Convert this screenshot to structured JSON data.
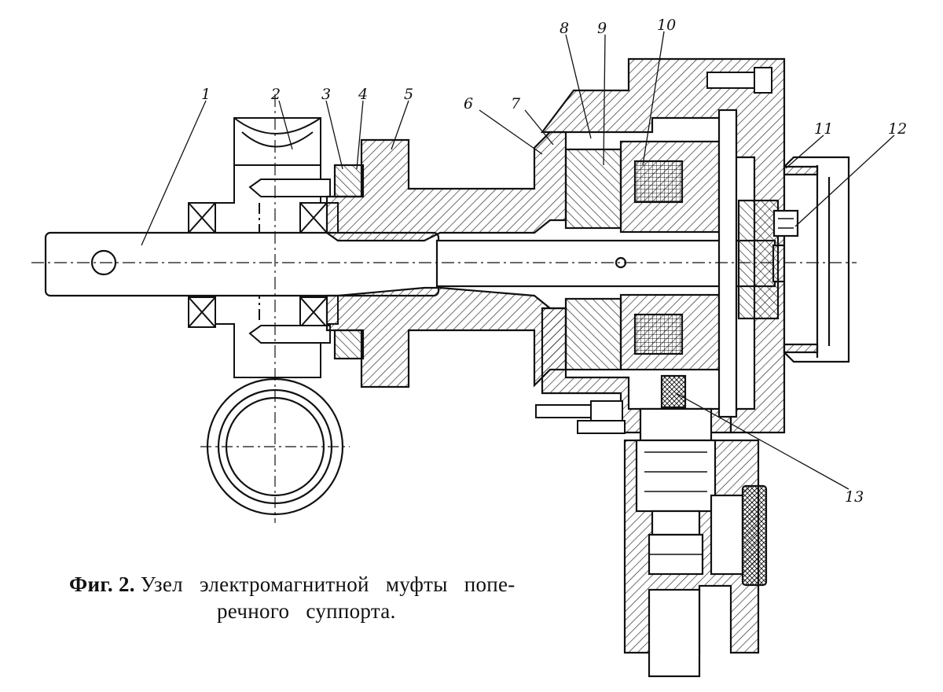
{
  "callouts": [
    "1",
    "2",
    "3",
    "4",
    "5",
    "6",
    "7",
    "8",
    "9",
    "10",
    "11",
    "12",
    "13"
  ],
  "caption": {
    "label": "Фиг. 2.",
    "line1": "Узел электромагнитной муфты попе-",
    "line2": "речного суппорта."
  }
}
